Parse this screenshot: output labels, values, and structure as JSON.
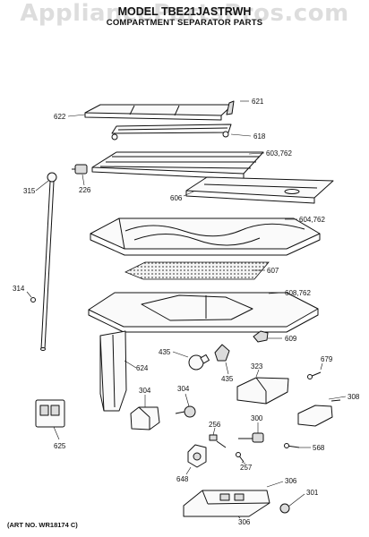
{
  "watermark": "AppliancePartsPros.com",
  "title": "MODEL TBE21JASTRWH",
  "subtitle": "COMPARTMENT SEPARATOR PARTS",
  "art_number": "(ART NO. WR18174 C)",
  "parts": {
    "p621": "621",
    "p622": "622",
    "p618": "618",
    "p603": "603,762",
    "p315": "315",
    "p226": "226",
    "p606": "606",
    "p604": "604,762",
    "p607": "607",
    "p314": "314",
    "p608": "608,762",
    "p609": "609",
    "p435a": "435",
    "p435b": "435",
    "p624": "624",
    "p323": "323",
    "p679": "679",
    "p304a": "304",
    "p304b": "304",
    "p308": "308",
    "p300": "300",
    "p256": "256",
    "p568": "568",
    "p625": "625",
    "p257": "257",
    "p648": "648",
    "p306a": "306",
    "p301": "301",
    "p306b": "306"
  }
}
